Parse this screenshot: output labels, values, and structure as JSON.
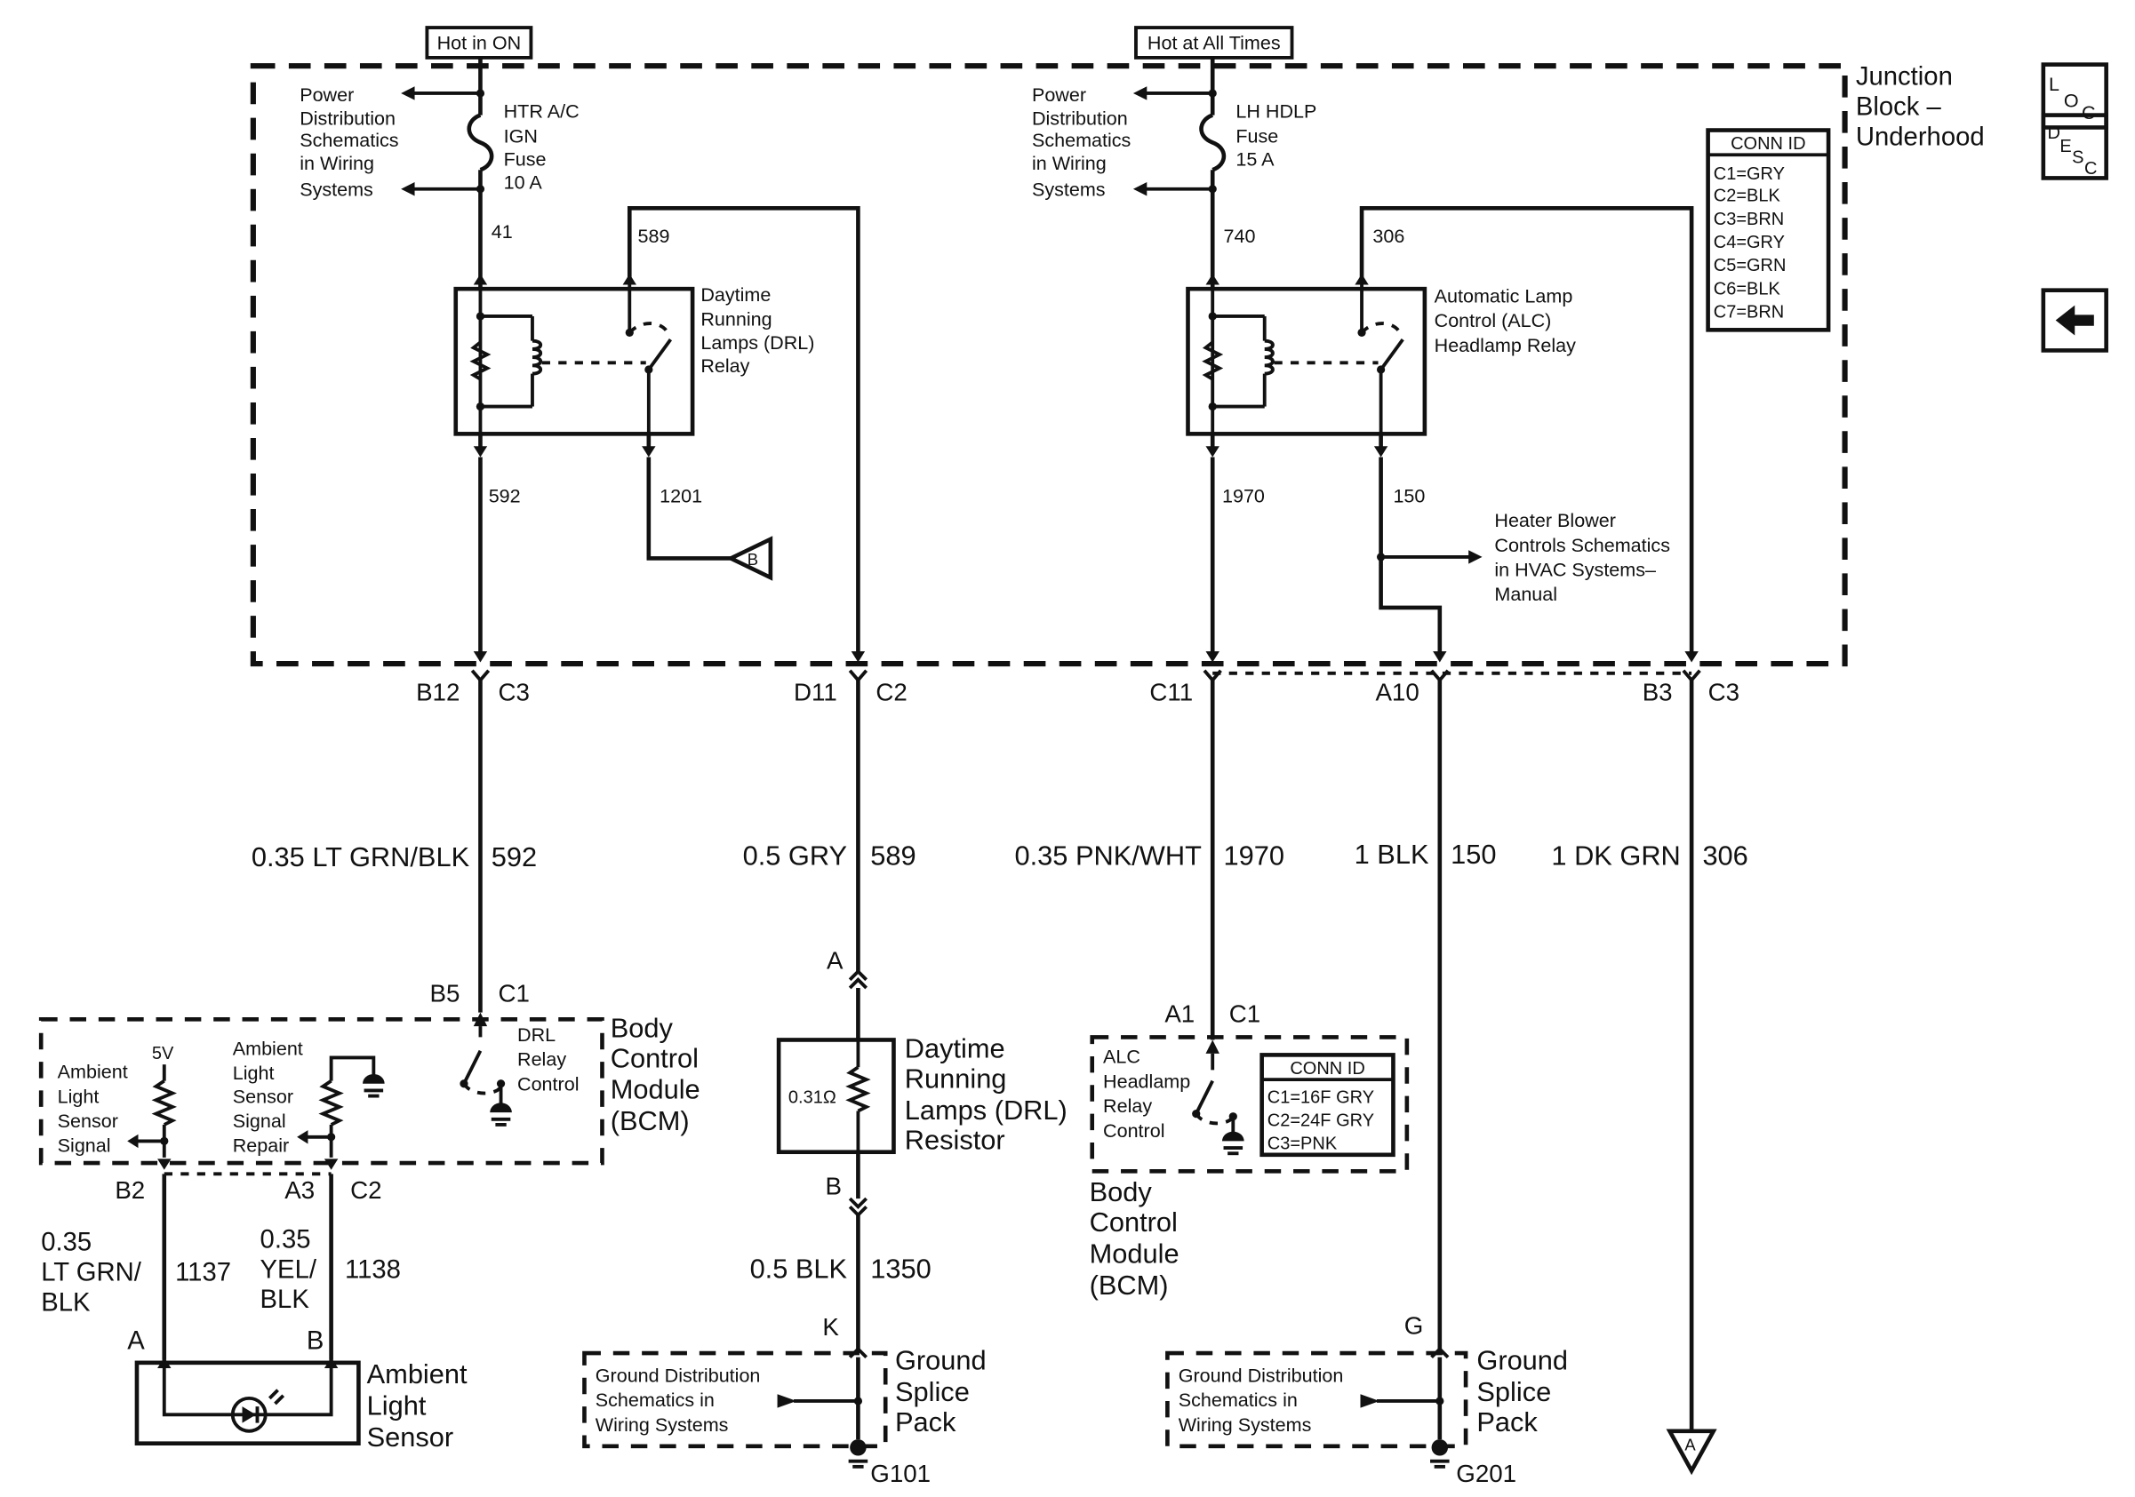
{
  "source_labels": {
    "hot_in_on": "Hot in ON",
    "hot_at_all_times": "Hot at All Times"
  },
  "junction_block": "Junction\nBlock –\nUnderhood",
  "power_dist": "Power\nDistribution\nSchematics\nin Wiring\nSystems",
  "fuse_htr": "HTR A/C\nIGN\nFuse\n10 A",
  "fuse_lh": "LH HDLP\nFuse\n15 A",
  "relay_drl": "Daytime\nRunning\nLamps (DRL)\nRelay",
  "relay_alc": "Automatic Lamp\nControl (ALC)\nHeadlamp Relay",
  "heater_blower": "Heater Blower\nControls Schematics\nin HVAC Systems–\nManual",
  "conn_id_jb": {
    "title": "CONN ID",
    "items": [
      "C1=GRY",
      "C2=BLK",
      "C3=BRN",
      "C4=GRY",
      "C5=GRN",
      "C6=BLK",
      "C7=BRN"
    ]
  },
  "conn_id_bcm": {
    "title": "CONN ID",
    "items": [
      "C1=16F GRY",
      "C2=24F GRY",
      "C3=PNK"
    ]
  },
  "nav": {
    "loc_main": "L",
    "loc_sub": "O",
    "loc_sub2": "C",
    "desc_main": "D",
    "desc_sub": "E",
    "desc_sub2": "S",
    "desc_sub3": "C",
    "back_icon": "arrow-left-icon"
  },
  "circuits": {
    "c41": "41",
    "c589": "589",
    "c740": "740",
    "c306": "306",
    "c592": "592",
    "c1201": "1201",
    "c1970": "1970",
    "c150": "150"
  },
  "connectors": {
    "b12": "B12",
    "c3a": "C3",
    "d11": "D11",
    "c2a": "C2",
    "c11": "C11",
    "a10": "A10",
    "b3": "B3",
    "c3b": "C3",
    "b5": "B5",
    "c1a": "C1",
    "a1": "A1",
    "c1b": "C1",
    "b2": "B2",
    "a3": "A3",
    "c2b": "C2",
    "pin_a": "A",
    "pin_b": "B",
    "res_a": "A",
    "res_b": "B",
    "k": "K",
    "g": "G",
    "sensor_a": "A",
    "sensor_b": "B"
  },
  "wires": {
    "w592": {
      "gauge": "0.35 LT GRN/BLK",
      "num": "592"
    },
    "w589": {
      "gauge": "0.5 GRY",
      "num": "589"
    },
    "w1970": {
      "gauge": "0.35 PNK/WHT",
      "num": "1970"
    },
    "w150": {
      "gauge": "1 BLK",
      "num": "150"
    },
    "w306": {
      "gauge": "1 DK GRN",
      "num": "306"
    },
    "w1137": {
      "gauge": "0.35\nLT GRN/\nBLK",
      "num": "1137"
    },
    "w1138": {
      "gauge": "0.35\nYEL/\nBLK",
      "num": "1138"
    },
    "w1350": {
      "gauge": "0.5 BLK",
      "num": "1350"
    }
  },
  "bcm": {
    "title": "Body\nControl\nModule\n(BCM)",
    "v5": "5V",
    "ambient_signal": "Ambient\nLight\nSensor\nSignal",
    "ambient_repair": "Ambient\nLight\nSensor\nSignal\nRepair",
    "drl_relay_control": "DRL\nRelay\nControl",
    "alc_relay_control": "ALC\nHeadlamp\nRelay\nControl"
  },
  "resistor": {
    "value": "0.31Ω",
    "title": "Daytime\nRunning\nLamps (DRL)\nResistor"
  },
  "ambient_sensor": "Ambient\nLight\nSensor",
  "ground_dist": "Ground Distribution\nSchematics in\nWiring Systems",
  "ground_splice": "Ground\nSplice\nPack",
  "grounds": {
    "g101": "G101",
    "g201": "G201"
  },
  "refs": {
    "b": "B",
    "a": "A"
  }
}
